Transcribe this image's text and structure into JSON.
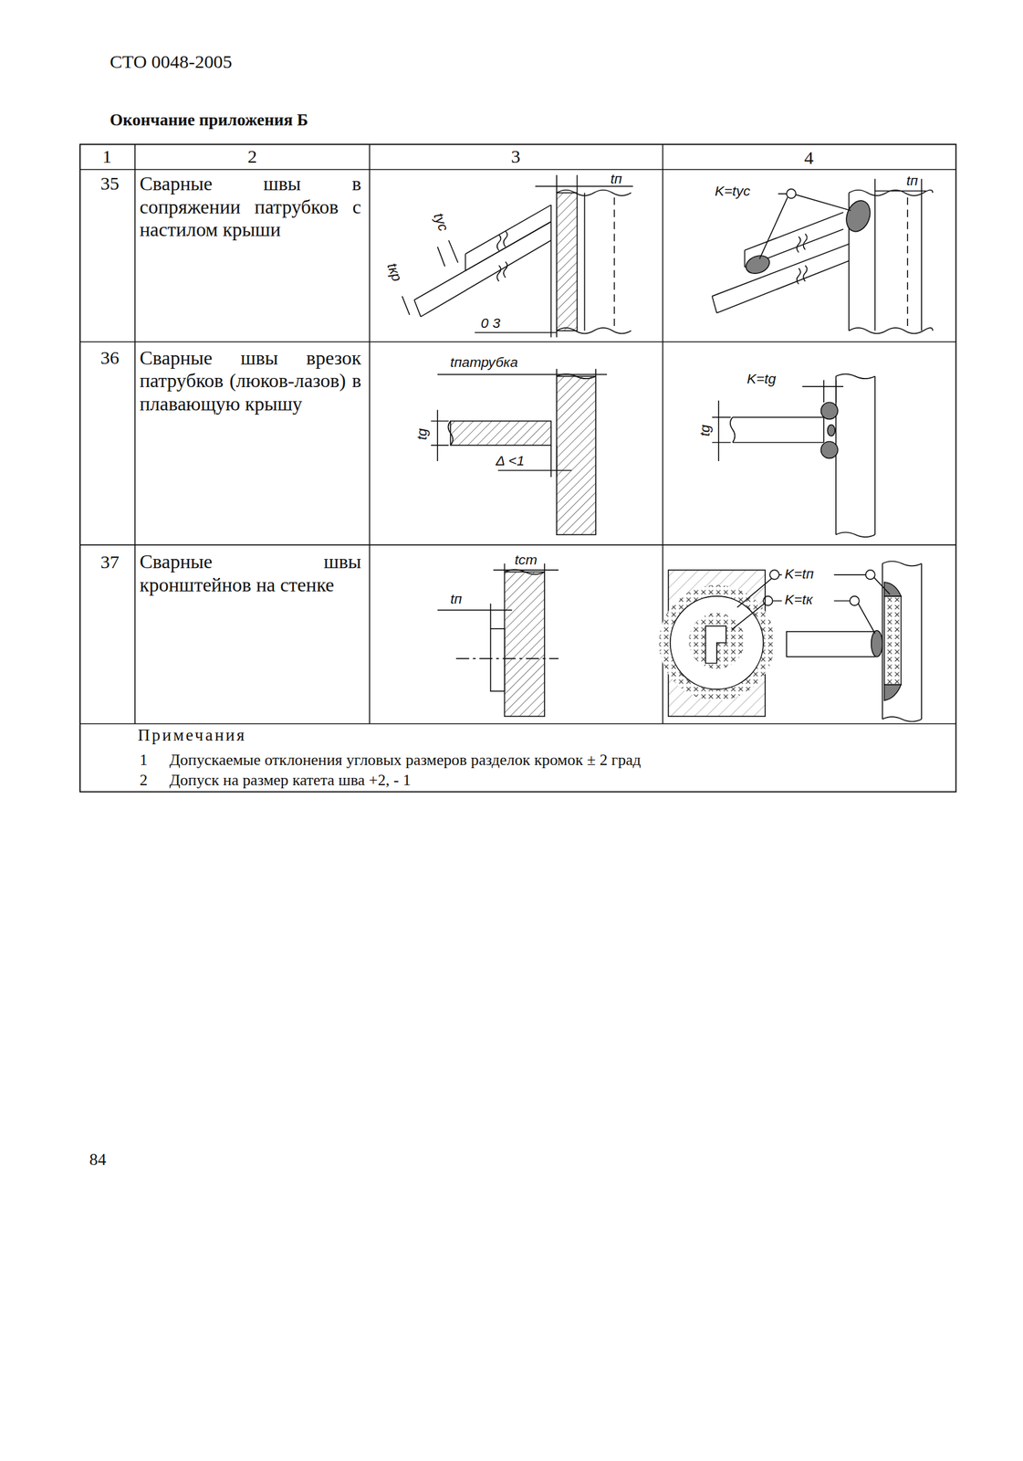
{
  "diagram": {
    "title": "Окончание приложения Б",
    "labels": [
      "СТО 0048-2005",
      "1",
      "2",
      "3",
      "4",
      "35",
      "Сварные швы в сопряжении патрубков с настилом крыши",
      "tп",
      "tус",
      "tкр",
      "0 3",
      "K=tус",
      "tп",
      "36",
      "Сварные швы врезок патрубков (люков-лазов) в плавающую крышу",
      "tпатрубка",
      "tg",
      "Δ <1",
      "K=tg",
      "tg",
      "37",
      "Сварные швы кронштейнов на стенке",
      "tст",
      "tп",
      "K=tп",
      "K=tк",
      "Примечания",
      "1",
      "Допускаемые отклонения угловых размеров разделок кромок ± 2 град",
      "2",
      "Допуск на размер катета шва +2, - 1",
      "84"
    ]
  }
}
